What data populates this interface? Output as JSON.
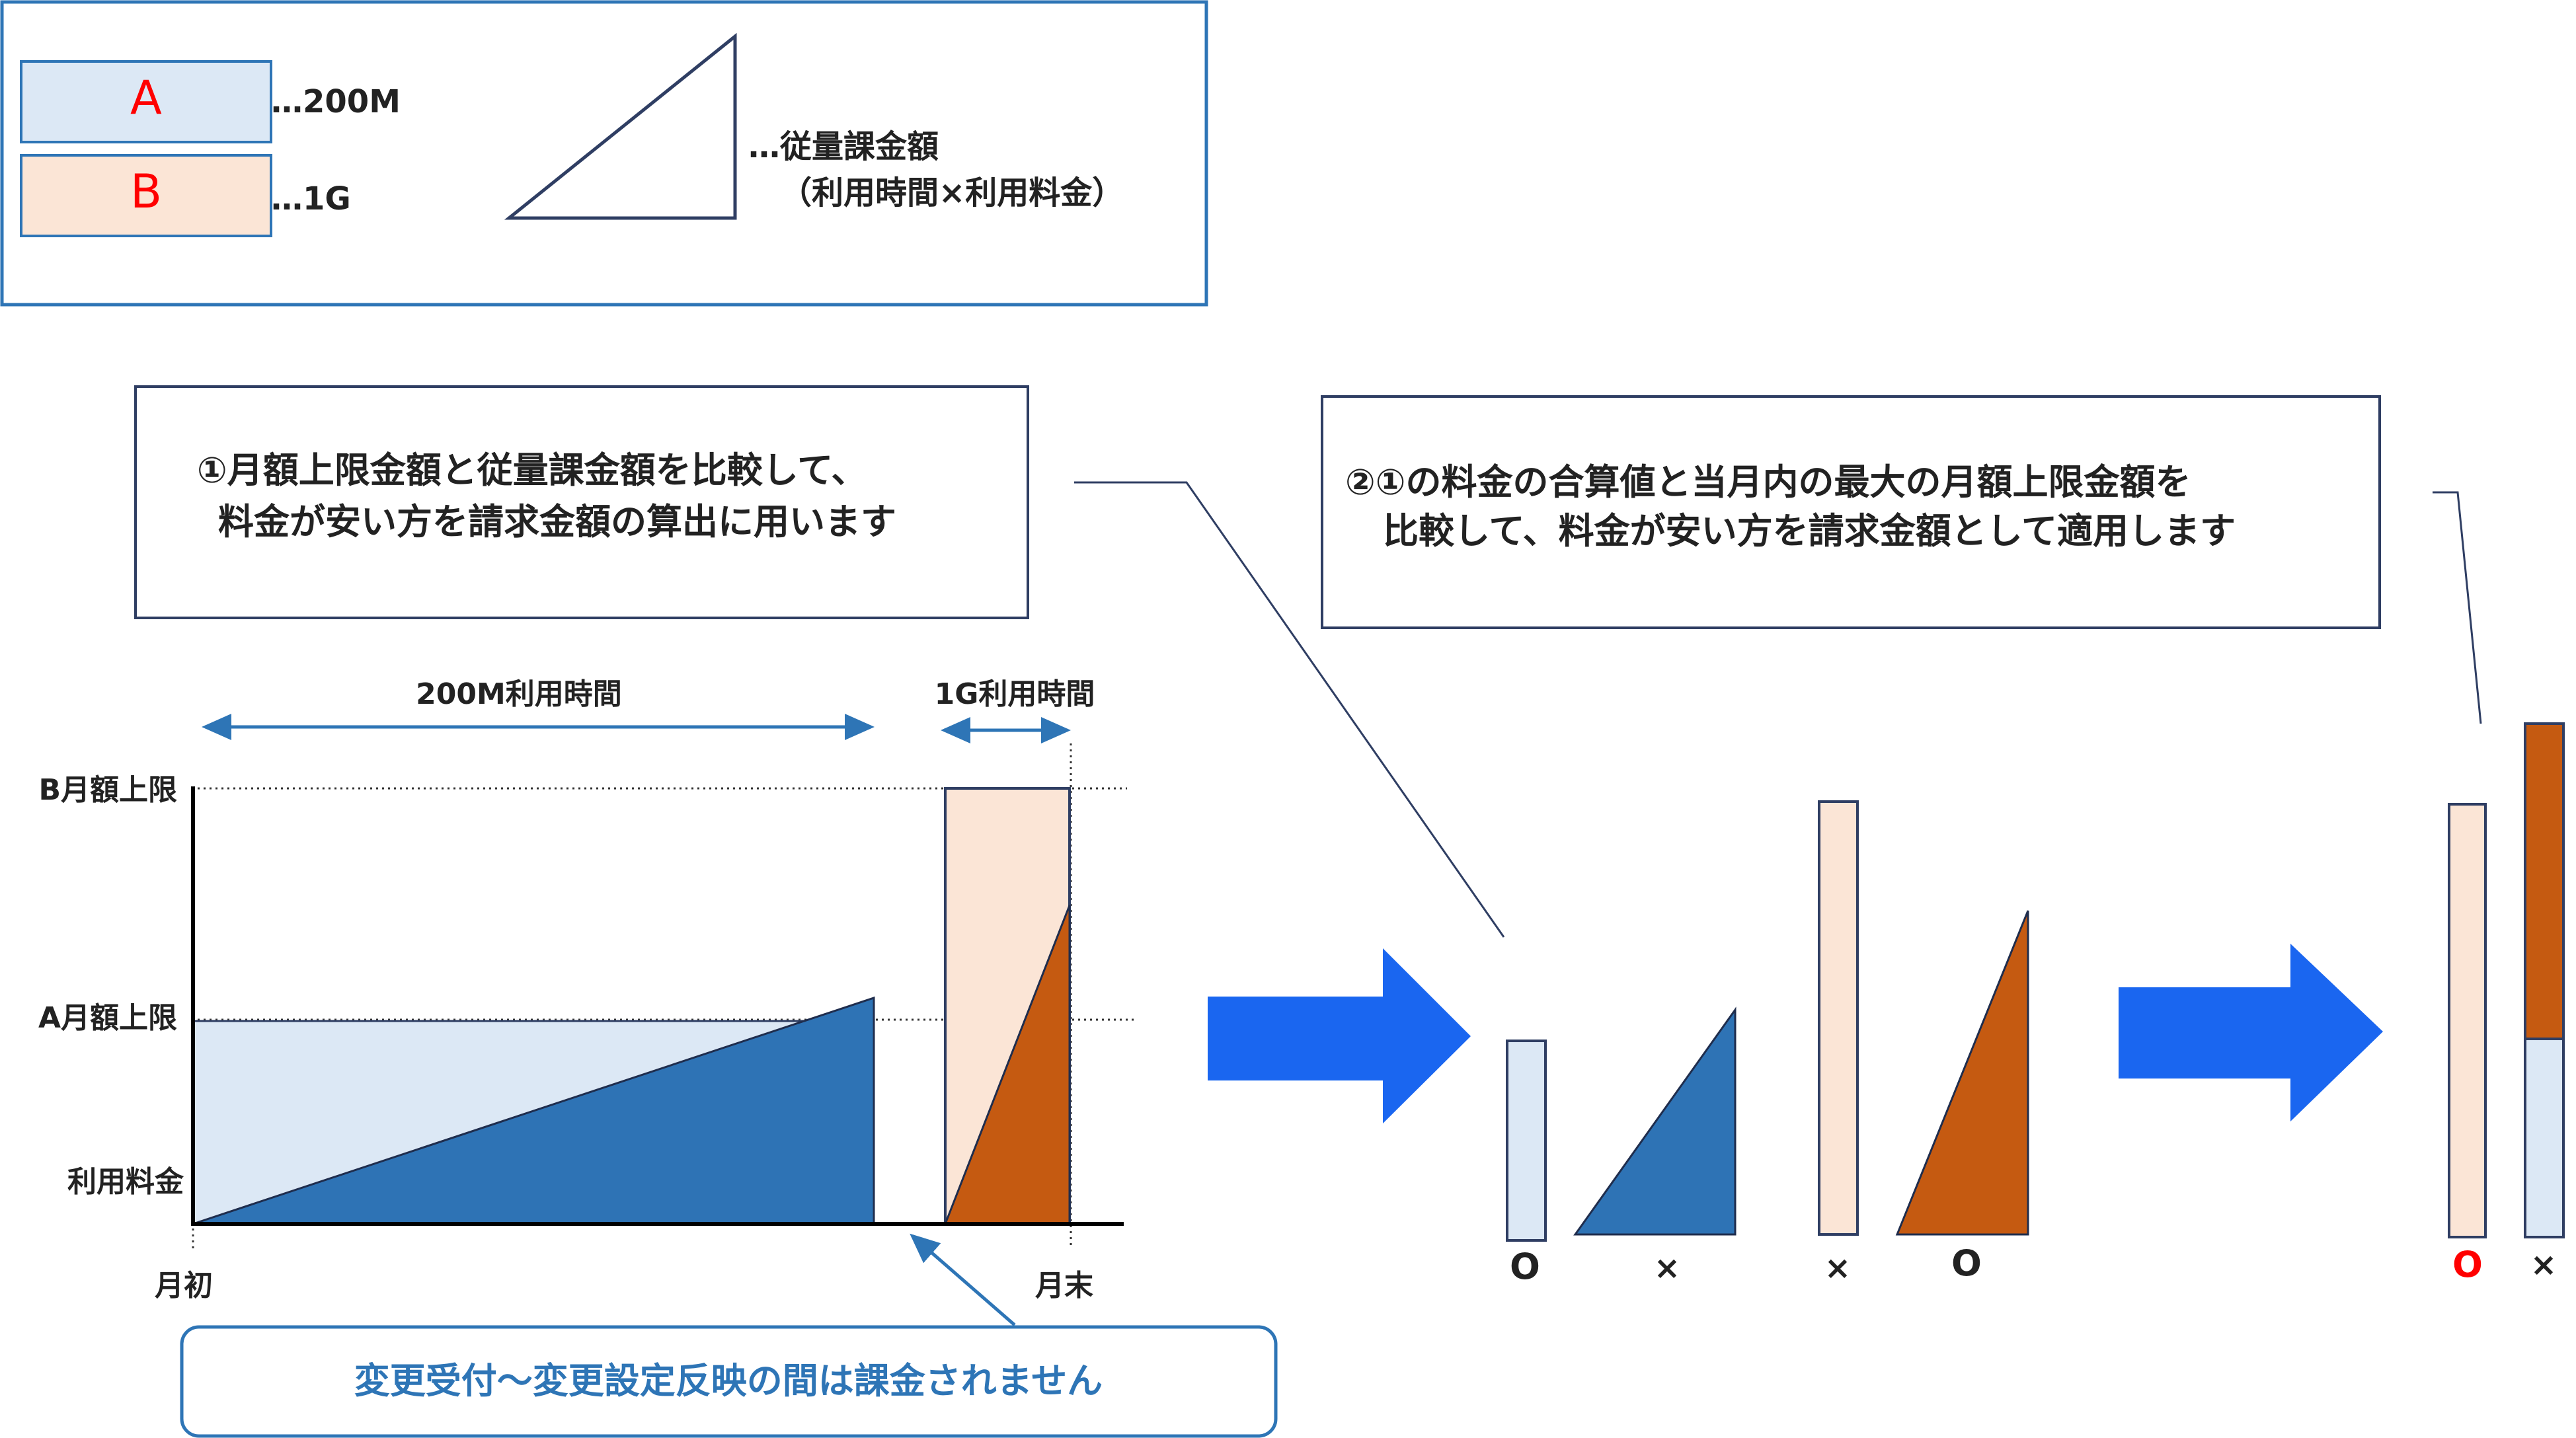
{
  "legend": {
    "a_letter": "A",
    "a_desc": "…200M",
    "b_letter": "B",
    "b_desc": "…1G",
    "triangle_desc_1": "…従量課金額",
    "triangle_desc_2": "（利用時間×利用料金）"
  },
  "callout1": {
    "line1": "①月額上限金額と従量課金額を比較して、",
    "line2": "料金が安い方を請求金額の算出に用います"
  },
  "callout2": {
    "line1": "②①の料金の合算値と当月内の最大の月額上限金額を",
    "line2": "比較して、料金が安い方を請求金額として適用します"
  },
  "timeline": {
    "span_200m": "200M利用時間",
    "span_1g": "1G利用時間",
    "label_b_cap": "B月額上限",
    "label_a_cap": "A月額上限",
    "label_fee": "利用料金",
    "label_start": "月初",
    "label_end": "月末"
  },
  "note": {
    "text": "変更受付～変更設定反映の間は課金されません"
  },
  "comparison": {
    "a_cap_mark": "O",
    "a_usage_mark": "×",
    "b_cap_mark": "×",
    "b_usage_mark": "O"
  },
  "final": {
    "b_cap_mark": "O",
    "sum_mark": "×"
  },
  "colors": {
    "a_fill": "#dce8f5",
    "b_fill": "#fbe5d6",
    "a_usage": "#2e73b5",
    "b_usage": "#c55a11",
    "arrow": "#1a66f0",
    "frame": "#2e75b6",
    "outline": "#2f3e63",
    "mark_red": "#ff0000",
    "note_text": "#2e75b6"
  }
}
